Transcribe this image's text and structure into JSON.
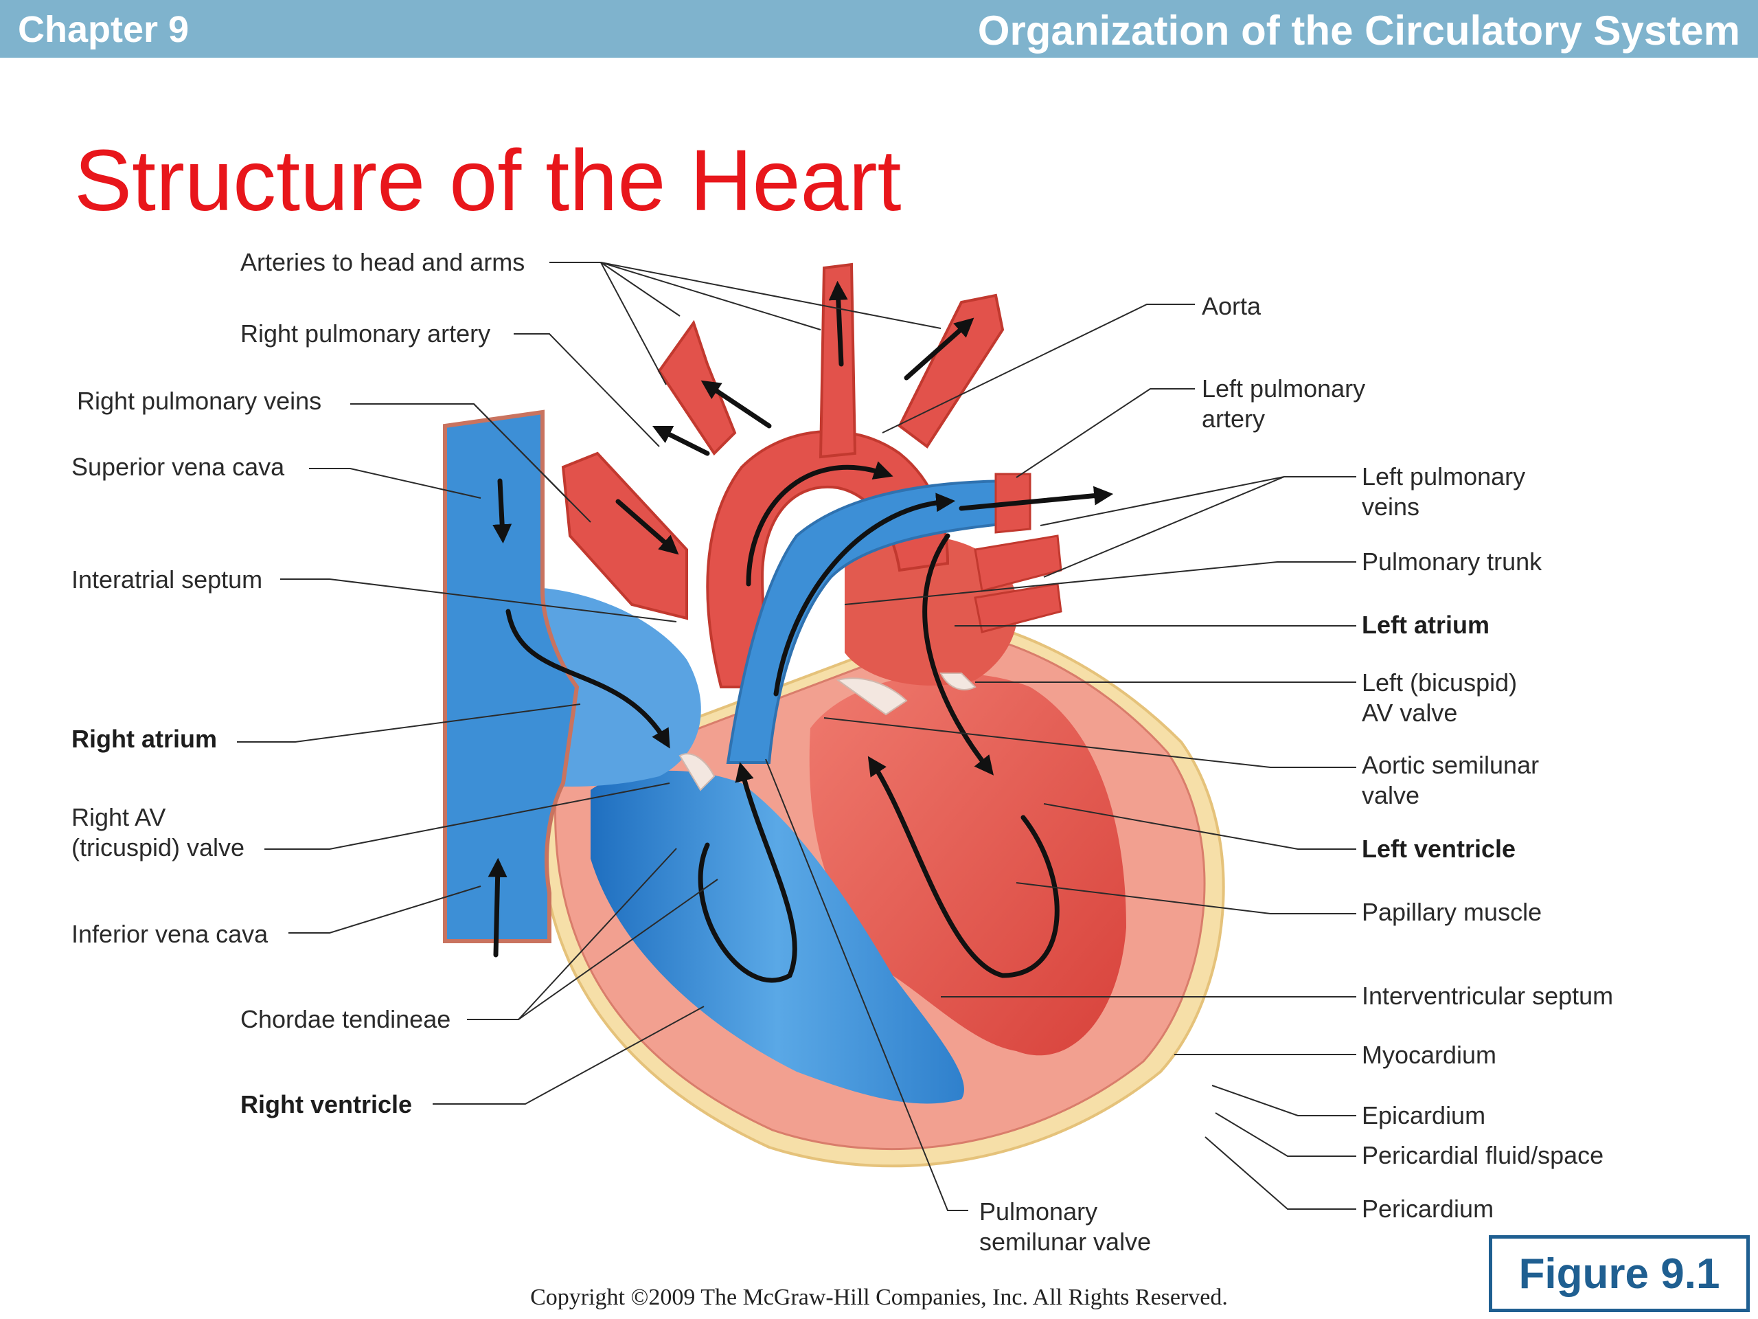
{
  "header": {
    "chapter": "Chapter 9",
    "title": "Organization of the Circulatory System"
  },
  "slide_title": "Structure of the Heart",
  "labels": {
    "arteries_head_arms": "Arteries to head and arms",
    "right_pulmonary_artery": "Right pulmonary artery",
    "right_pulmonary_veins": "Right pulmonary veins",
    "superior_vena_cava": "Superior vena cava",
    "interatrial_septum": "Interatrial septum",
    "right_atrium": "Right atrium",
    "right_av_valve_1": "Right AV",
    "right_av_valve_2": "(tricuspid) valve",
    "inferior_vena_cava": "Inferior vena cava",
    "chordae_tendineae": "Chordae tendineae",
    "right_ventricle": "Right ventricle",
    "pulmonary_semilunar_1": "Pulmonary",
    "pulmonary_semilunar_2": "semilunar valve",
    "aorta": "Aorta",
    "left_pulmonary_artery_1": "Left pulmonary",
    "left_pulmonary_artery_2": "artery",
    "left_pulmonary_veins_1": "Left pulmonary",
    "left_pulmonary_veins_2": "veins",
    "pulmonary_trunk": "Pulmonary trunk",
    "left_atrium": "Left atrium",
    "left_bicuspid_1": "Left (bicuspid)",
    "left_bicuspid_2": "AV valve",
    "aortic_semilunar_1": "Aortic semilunar",
    "aortic_semilunar_2": "valve",
    "left_ventricle": "Left ventricle",
    "papillary_muscle": "Papillary muscle",
    "interventricular_septum": "Interventricular septum",
    "myocardium": "Myocardium",
    "epicardium": "Epicardium",
    "pericardial_fluid": "Pericardial fluid/space",
    "pericardium": "Pericardium"
  },
  "copyright": "Copyright ©2009 The McGraw-Hill Companies, Inc. All Rights Reserved.",
  "figure_label": "Figure 9.1",
  "colors": {
    "header_bar": "#7fb3cd",
    "title_red": "#e8161b",
    "oxygenated_red": "#e2524b",
    "deoxygenated_blue": "#3d8fd6",
    "myocardium_pink": "#f2a090",
    "pericardium_cream": "#f6dfa8",
    "figure_border": "#1f5f91"
  }
}
